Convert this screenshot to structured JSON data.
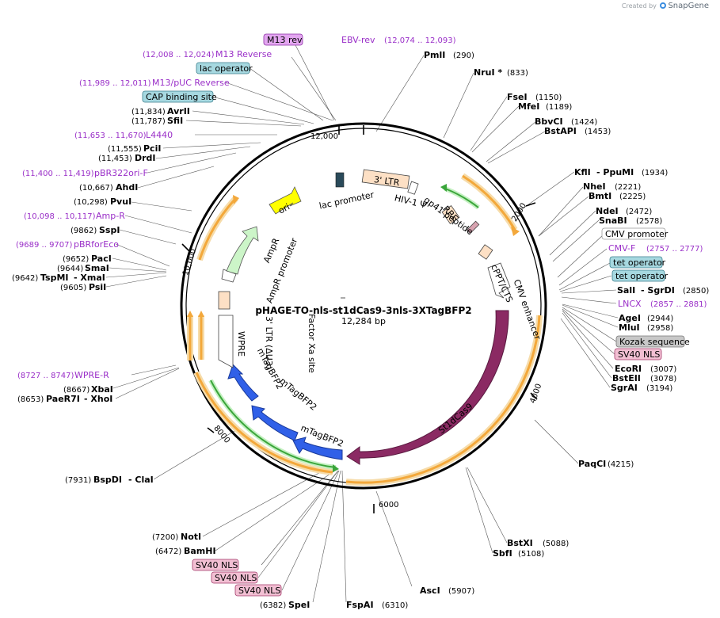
{
  "credit": {
    "prefix": "Created by",
    "brand": "SnapGene"
  },
  "plasmid": {
    "name": "pHAGE-TO-nls-st1dCas9-3nls-3XTagBFP2",
    "length": "12,284 bp"
  },
  "ticks": [
    "2000",
    "4000",
    "6000",
    "8000",
    "10,000",
    "12,000"
  ],
  "labels": {
    "m13rev": "M13 rev",
    "ebvrev": "EBV-rev",
    "ebvrev_pos": "(12,074 .. 12,093)",
    "m13reverse_pos": "(12,008 .. 12,024)",
    "m13reverse": "M13 Reverse",
    "lacop": "lac operator",
    "m13puc_pos": "(11,989 .. 12,011)",
    "m13puc": "M13/pUC Reverse",
    "cap": "CAP binding site",
    "avrii_pos": "(11,834)",
    "avrii": "AvrII",
    "sfii_pos": "(11,787)",
    "sfii": "SfiI",
    "l4440_pos": "(11,653 .. 11,670)",
    "l4440": "L4440",
    "pcii_pos": "(11,555)",
    "pcii": "PciI",
    "drdi_pos": "(11,453)",
    "drdi": "DrdI",
    "pbr322_pos": "(11,400 .. 11,419)",
    "pbr322": "pBR322ori-F",
    "ahdi_pos": "(10,667)",
    "ahdi": "AhdI",
    "pvui_pos": "(10,298)",
    "pvui": "PvuI",
    "ampr_pos": "(10,098 .. 10,117)",
    "ampr": "Amp-R",
    "sspi_pos": "(9862)",
    "sspi": "SspI",
    "pbrfor_pos": "(9689 .. 9707)",
    "pbrfor": "pBRforEco",
    "paci_pos": "(9652)",
    "paci": "PacI",
    "smai_pos": "(9644)",
    "smai": "SmaI",
    "tspmi_pos": "(9642)",
    "tspmi": "TspMI",
    "xmai": "- XmaI",
    "psii_pos": "(9605)",
    "psii": "PsiI",
    "wpre_r_pos": "(8727 .. 8747)",
    "wpre_r": "WPRE-R",
    "xbai_pos": "(8667)",
    "xbai": "XbaI",
    "paer7i_pos": "(8653)",
    "paer7i": "PaeR7I",
    "xhoi": "- XhoI",
    "bspdi_pos": "(7931)",
    "bspdi": "BspDI",
    "clai": "- ClaI",
    "noti_pos": "(7200)",
    "noti": "NotI",
    "bamhi_pos": "(6472)",
    "bamhi": "BamHI",
    "sv40a": "SV40 NLS",
    "sv40b": "SV40 NLS",
    "sv40c": "SV40 NLS",
    "spei_pos": "(6382)",
    "spei": "SpeI",
    "fspai": "FspAI",
    "fspai_pos": "(6310)",
    "asci": "AscI",
    "asci_pos": "(5907)",
    "bstxi": "BstXI",
    "bstxi_pos": "(5088)",
    "sbfi": "SbfI",
    "sbfi_pos": "(5108)",
    "paqci": "PaqCI",
    "paqci_pos": "(4215)",
    "pmli": "PmlI",
    "pmli_pos": "(290)",
    "nrui": "NruI *",
    "nrui_pos": "(833)",
    "fsei": "FseI",
    "fsei_pos": "(1150)",
    "mfei": "MfeI",
    "mfei_pos": "(1189)",
    "bbvci": "BbvCI",
    "bbvci_pos": "(1424)",
    "bstapi": "BstAPI",
    "bstapi_pos": "(1453)",
    "kfli": "KflI",
    "ppumi": "- PpuMI",
    "ppumi_pos": "(1934)",
    "nhei": "NheI",
    "nhei_pos": "(2221)",
    "bmti": "BmtI",
    "bmti_pos": "(2225)",
    "ndei": "NdeI",
    "ndei_pos": "(2472)",
    "snabi": "SnaBI",
    "snabi_pos": "(2578)",
    "cmvp": "CMV promoter",
    "cmvf": "CMV-F",
    "cmvf_pos": "(2757 .. 2777)",
    "teto1": "tet operator",
    "teto2": "tet operator",
    "sali": "SalI",
    "sgrdi": "- SgrDI",
    "sgrdi_pos": "(2850)",
    "lncx": "LNCX",
    "lncx_pos": "(2857 .. 2881)",
    "agei": "AgeI",
    "agei_pos": "(2944)",
    "mlui": "MluI",
    "mlui_pos": "(2958)",
    "kozak": "Kozak sequence",
    "sv40d": "SV40 NLS",
    "ecori": "EcoRI",
    "ecori_pos": "(3007)",
    "bsteii": "BstEII",
    "bsteii_pos": "(3078)",
    "sgrai": "SgrAI",
    "sgrai_pos": "(3194)"
  },
  "features": {
    "ltr3": "3' LTR",
    "hiv": "HIV-1 Ψ",
    "rre": "RRE",
    "gp41": "gp41 peptide",
    "cmvenh": "CMV enhancer",
    "cppt": "cPPT/CTS",
    "st1dcas9": "St1dCas9",
    "mtag1": "mTagBFP2",
    "mtag2": "mTagBFP2",
    "mtag3": "mTagBFP2",
    "wpre": "WPRE",
    "ltr3d": "3' LTR (ΔU3)",
    "factor": "Factor Xa site",
    "amppro": "AmpR promoter",
    "ampr": "AmpR",
    "ori": "ori",
    "lacpro": "lac promoter"
  },
  "colors": {
    "cas9": "#8b2a63",
    "mtag": "#3060e8",
    "ori": "#ffff00",
    "ampr": "#ccf5c8",
    "ltr": "#fde0c5",
    "primer": "#9a2fc8",
    "orange": "#f3a83b",
    "green": "#3aa53a",
    "tan": "#f6dcaa"
  }
}
